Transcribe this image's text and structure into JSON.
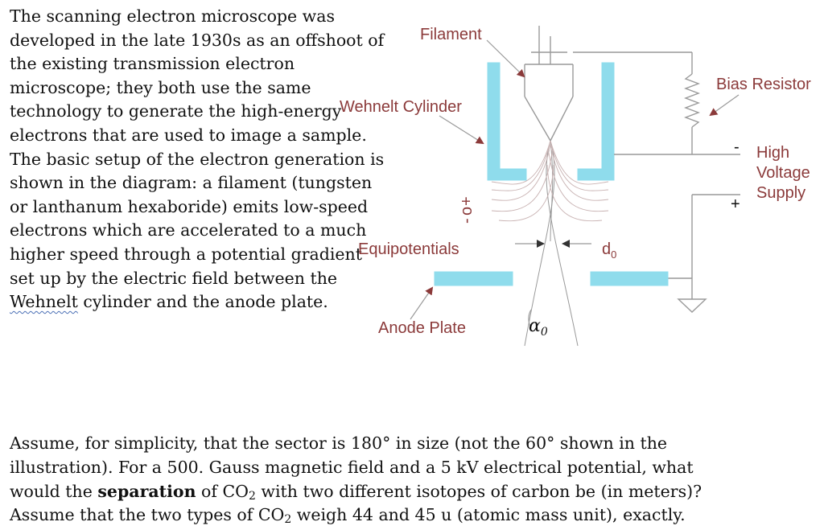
{
  "intro_text": {
    "part1": "The scanning electron microscope was developed in the late 1930s as an offshoot of the existing transmission electron microscope; they both use the same technology to generate the high-energy electrons that are used to image a sample. The basic setup of the electron generation is shown in the diagram: a filament (tungsten or lanthanum hexaboride) emits low-speed electrons which are accelerated to a much higher speed through a potential gradient set up by the electric field between the ",
    "wehnelt_word": "Wehnelt",
    "part2": " cylinder and the anode plate."
  },
  "diagram": {
    "labels": {
      "filament": "Filament",
      "wehnelt_cylinder": "Wehnelt Cylinder",
      "bias_resistor": "Bias Resistor",
      "high_voltage_line1": "High",
      "high_voltage_line2": "Voltage",
      "high_voltage_line3": "Supply",
      "minus_sign": "-",
      "plus_sign": "+",
      "equipotentials": "Equipotentials",
      "anode_plate": "Anode Plate",
      "d0": "d",
      "d0_sub": "0",
      "alpha0": "α",
      "alpha0_sub": "0",
      "polarity_top": "-",
      "polarity_mid": "o",
      "polarity_bottom": "+"
    },
    "colors": {
      "electrode_blue": "#8fdcec",
      "label_red": "#8b3a3a",
      "line_gray": "#999999"
    }
  },
  "question": {
    "line1": "Assume, for simplicity, that the sector is 180° in size (not the 60° shown in the",
    "line2": "illustration). For a 500. Gauss magnetic field and a 5 kV electrical potential, what",
    "line3_pre": "would the ",
    "line3_bold": "separation",
    "line3_mid": " of CO",
    "line3_sub": "2",
    "line3_post": " with two different isotopes of carbon be (in meters)?",
    "line4_pre": "Assume that the two types of CO",
    "line4_sub": "2",
    "line4_post": " weigh 44 and 45 u (atomic mass unit), exactly."
  }
}
